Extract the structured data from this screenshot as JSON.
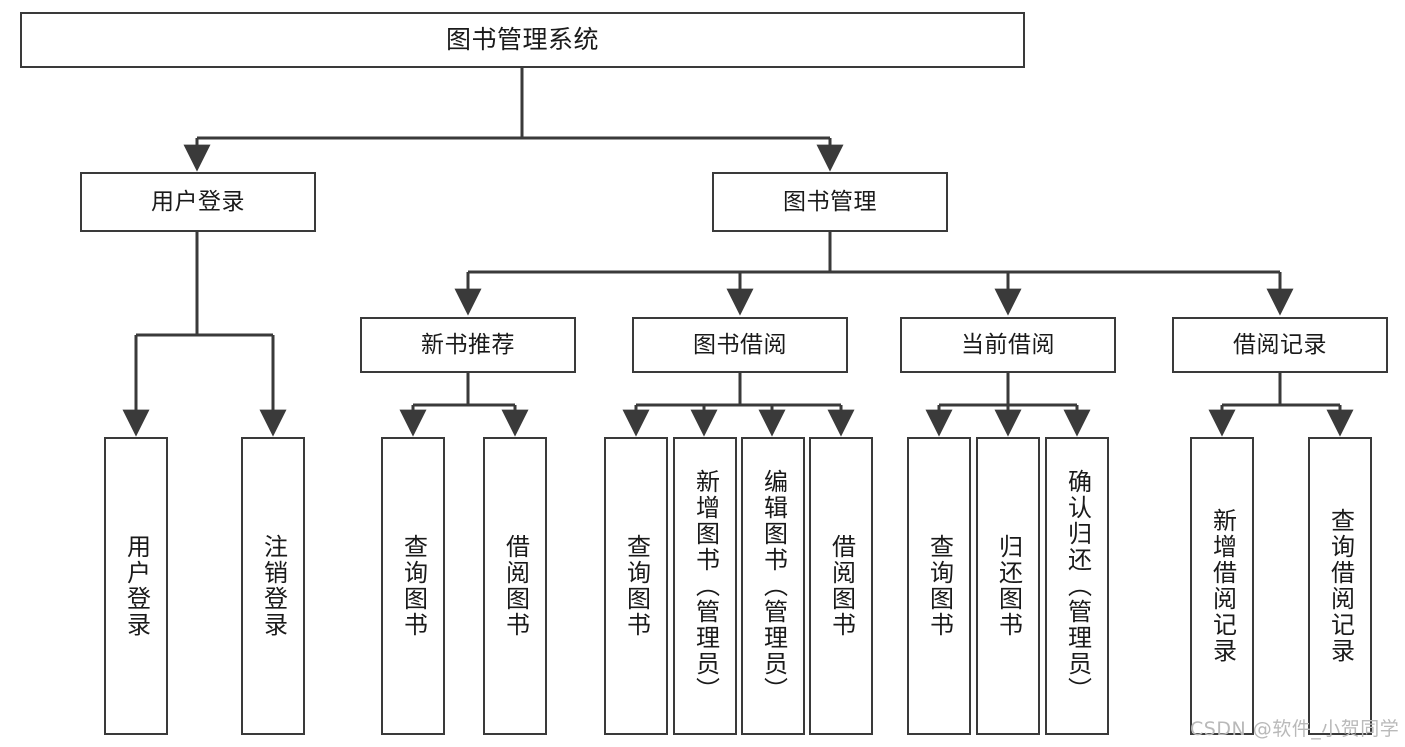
{
  "diagram": {
    "title": "图书管理系统",
    "type": "tree",
    "orientation": "top-down",
    "root": {
      "label": "图书管理系统",
      "children": [
        {
          "label": "用户登录",
          "children": [
            {
              "label": "用户登录"
            },
            {
              "label": "注销登录"
            }
          ]
        },
        {
          "label": "图书管理",
          "children": [
            {
              "label": "新书推荐",
              "children": [
                {
                  "label": "查询图书"
                },
                {
                  "label": "借阅图书"
                }
              ]
            },
            {
              "label": "图书借阅",
              "children": [
                {
                  "label": "查询图书"
                },
                {
                  "label": "新增图书（管理员）"
                },
                {
                  "label": "编辑图书（管理员）"
                },
                {
                  "label": "借阅图书"
                }
              ]
            },
            {
              "label": "当前借阅",
              "children": [
                {
                  "label": "查询图书"
                },
                {
                  "label": "归还图书"
                },
                {
                  "label": "确认归还（管理员）"
                }
              ]
            },
            {
              "label": "借阅记录",
              "children": [
                {
                  "label": "新增借阅记录"
                },
                {
                  "label": "查询借阅记录"
                }
              ]
            }
          ]
        }
      ]
    }
  },
  "nodes": {
    "root": "图书管理系统",
    "user_login": "用户登录",
    "book_manage": "图书管理",
    "new_book_rec": "新书推荐",
    "book_borrow": "图书借阅",
    "current_borrow": "当前借阅",
    "borrow_record": "借阅记录",
    "leaf_user_login": "用户登录",
    "leaf_logout": "注销登录",
    "leaf_query_book_a": "查询图书",
    "leaf_borrow_book_a": "借阅图书",
    "leaf_query_book_b": "查询图书",
    "leaf_add_book": "新增图书（管理员）",
    "leaf_edit_book": "编辑图书（管理员）",
    "leaf_borrow_book_b": "借阅图书",
    "leaf_query_book_c": "查询图书",
    "leaf_return_book": "归还图书",
    "leaf_confirm_return": "确认归还（管理员）",
    "leaf_add_record": "新增借阅记录",
    "leaf_query_record": "查询借阅记录"
  },
  "watermark": {
    "text": "CSDN @软件_小贺同学"
  },
  "colors": {
    "stroke": "#3a3a3a",
    "background": "#ffffff",
    "text": "#1a1a1a",
    "watermark": "#b9b9b9"
  }
}
